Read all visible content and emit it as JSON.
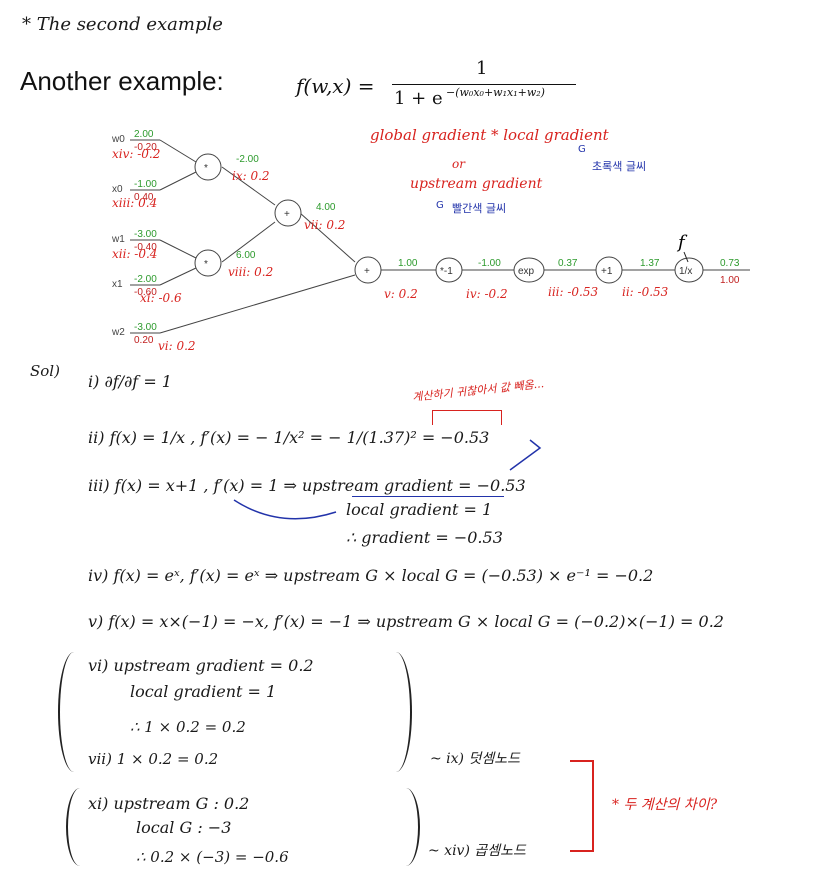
{
  "header": {
    "note_title": "* The second example",
    "slide_title": "Another example:",
    "formula_lhs": "f(w,x) =",
    "formula_num": "1",
    "formula_den": "1 + e",
    "formula_exp": "−(w₀x₀+w₁x₁+w₂)"
  },
  "graph": {
    "inputs": [
      {
        "name": "w0",
        "fwd": "2.00",
        "bwd": "-0.20",
        "note": "xiv: -0.2"
      },
      {
        "name": "x0",
        "fwd": "-1.00",
        "bwd": "0.40",
        "note": "xiii: 0.4"
      },
      {
        "name": "w1",
        "fwd": "-3.00",
        "bwd": "-0.40",
        "note": "xii: -0.4"
      },
      {
        "name": "x1",
        "fwd": "-2.00",
        "bwd": "-0.60",
        "note": "xi: -0.6"
      },
      {
        "name": "w2",
        "fwd": "-3.00",
        "bwd": "0.20",
        "note": "vi: 0.2"
      }
    ],
    "mul_node": "*",
    "add_node": "+",
    "mult_top_out": {
      "fwd": "-2.00",
      "note": "ix: 0.2"
    },
    "mult_bot_out": {
      "fwd": "6.00",
      "note": "viii: 0.2"
    },
    "add1_out": {
      "fwd": "4.00",
      "note": "vii: 0.2"
    },
    "chain": [
      {
        "node": "+",
        "out_fwd": "1.00",
        "note": "v: 0.2"
      },
      {
        "node": "*-1",
        "out_fwd": "-1.00",
        "note": "iv: -0.2"
      },
      {
        "node": "exp",
        "out_fwd": "0.37",
        "note": "iii: -0.53"
      },
      {
        "node": "+1",
        "out_fwd": "1.37",
        "note": "ii: -0.53"
      },
      {
        "node": "1/x",
        "out_fwd": "0.73",
        "out_bwd": "1.00"
      }
    ],
    "f_label": "f"
  },
  "annotations": {
    "global": "global gradient * local gradient",
    "or": "or",
    "upstream": "upstream gradient",
    "korean_blue1": "초록색 글씨",
    "korean_blue2": "빨간색 글씨",
    "g_arrow1": "G",
    "g_arrow2": "G"
  },
  "solution": {
    "sol_label": "Sol)",
    "i": "i)  ∂f/∂f = 1",
    "ii": "ii) f(x) = 1/x ,  f′(x) = − 1/x²  =  − 1/(1.37)²  = −0.53",
    "ii_note": "계산하기 귀찮아서 값 빼옴...",
    "iii_a": "iii) f(x) = x+1 ,  f′(x) = 1  ⇒  upstream gradient  = −0.53",
    "iii_b": "local gradient      = 1",
    "iii_c": "∴  gradient              = −0.53",
    "iv": "iv) f(x) = eˣ,  f′(x) = eˣ  ⇒  upstream G  ×  local G  =  (−0.53) × e⁻¹  = −0.2",
    "v": "v)  f(x) = x×(−1) = −x,  f′(x) = −1  ⇒  upstream G  ×  local G  = (−0.2)×(−1) = 0.2",
    "vi_a": "vi)  upstream gradient  = 0.2",
    "vi_b": "local gradient  = 1",
    "vi_c": "∴   1 × 0.2 = 0.2",
    "vii": "vii)     1 × 0.2  =  0.2",
    "ix_note": "~ ix)  덧셈노드",
    "xi_a": "xi)  upstream G :  0.2",
    "xi_b": "local G          :  −3",
    "xi_c": "∴   0.2 × (−3)  =   −0.6",
    "xiv_note": "~ xiv)  곱셈노드",
    "diff_note": "* 두 계산의 차이?"
  }
}
